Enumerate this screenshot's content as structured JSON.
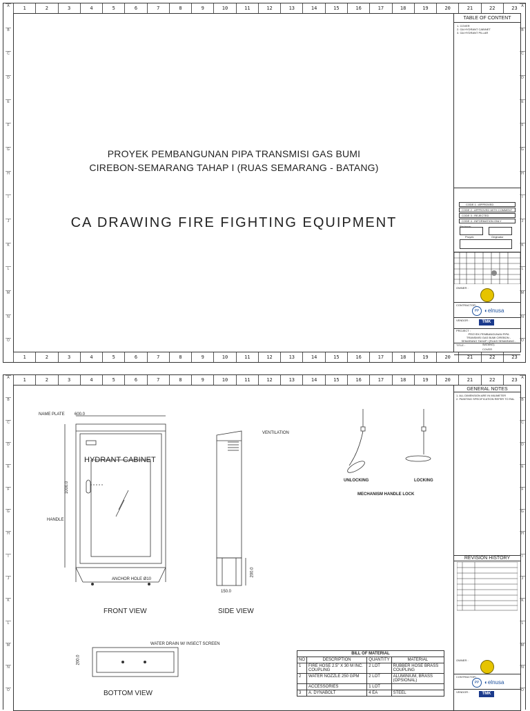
{
  "ruler_numbers": [
    "1",
    "2",
    "3",
    "4",
    "5",
    "6",
    "7",
    "8",
    "9",
    "10",
    "11",
    "12",
    "13",
    "14",
    "15",
    "16",
    "17",
    "18",
    "19",
    "20",
    "21",
    "22",
    "23"
  ],
  "row_letters": [
    "A",
    "B",
    "C",
    "D",
    "E",
    "F",
    "G",
    "H",
    "I",
    "J",
    "K",
    "L",
    "M",
    "N",
    "O"
  ],
  "cover": {
    "project_line1": "PROYEK PEMBANGUNAN PIPA TRANSMISI GAS BUMI",
    "project_line2": "CIREBON-SEMARANG TAHAP I (RUAS SEMARANG - BATANG)",
    "drawing_title": "CA DRAWING FIRE FIGHTING EQUIPMENT"
  },
  "title_block": {
    "table_of_content": "TABLE OF CONTENT",
    "toc_items": [
      "1. COVER",
      "2. GA HYDRANT CABINET",
      "3. GA HYDRANT PILLAR"
    ],
    "stamp_labels": [
      "CODE 1 : APPROVED",
      "CODE 2 : APPROVED WITH COMMENT",
      "CODE 3 : REJECTED",
      "CODE 4 : INFORMATION ONLY"
    ],
    "reviewer": "Reviewer",
    "status_labels": [
      "Proyek",
      "Originator"
    ],
    "owner": "OWNER :",
    "contractor": "CONTRACTOR :",
    "vendor": "VENDOR :",
    "vendor_logo": "TMK",
    "contractor_logo_pp": "PP",
    "contractor_logo_elnusa": "elnusa",
    "project_label": "PROJECT :",
    "project_text": "PROYEK PEMBANGUNAN PIPA TRANSMISI GAS BUMI CIREBON - SEMARANG TAHAP I (RUAS SEMARANG - BATANG)",
    "title_label": "TITLE :",
    "title_value": "COVER",
    "general_notes": "GENERAL NOTES",
    "notes": [
      "1. ALL DIMENSION ARE IN MILIMETER",
      "2. PAINTING SPECIFICATION REFER TO RAL"
    ],
    "revision_history": "REVISION HISTORY"
  },
  "sheet2": {
    "hydrant_cabinet": "HYDRANT CABINET",
    "name_plate": "NAME PLATE",
    "handle": "HANDLE",
    "ventilation": "VENTILATION",
    "anchor_hole": "ANCHOR HOLE Ø10",
    "water_drain": "WATER DRAIN W/ INSECT SCREEN",
    "dim_width": "600.0",
    "dim_height": "1000.0",
    "dim_side": "150.0",
    "dim_leg": "200.0",
    "dim_bottom": "200.0",
    "front_view": "FRONT VIEW",
    "side_view": "SIDE VIEW",
    "bottom_view": "BOTTOM VIEW",
    "unlocking": "UNLOCKING",
    "locking": "LOCKING",
    "mechanism": "MECHANISM HANDLE LOCK",
    "bom_title": "BILL OF MATERIAL",
    "bom_headers": [
      "NO",
      "DESCRIPTION",
      "QUANTITY",
      "MATERIAL"
    ],
    "bom_rows": [
      [
        "1",
        "FIRE HOSE 2.5\" X 30 M INC. COUPLING",
        "2 LOT",
        "RUBBER HOSE BRASS COUPLING"
      ],
      [
        "2",
        "WATER NOZZLE 250 GPM",
        "2 LOT",
        "ALUMINIUM, BRASS (OPSIONAL)"
      ],
      [
        "",
        "ACCESSORIES",
        "1 LOT",
        ""
      ],
      [
        "3",
        "A. DYNABOLT",
        "4 EA",
        "STEEL"
      ]
    ]
  }
}
